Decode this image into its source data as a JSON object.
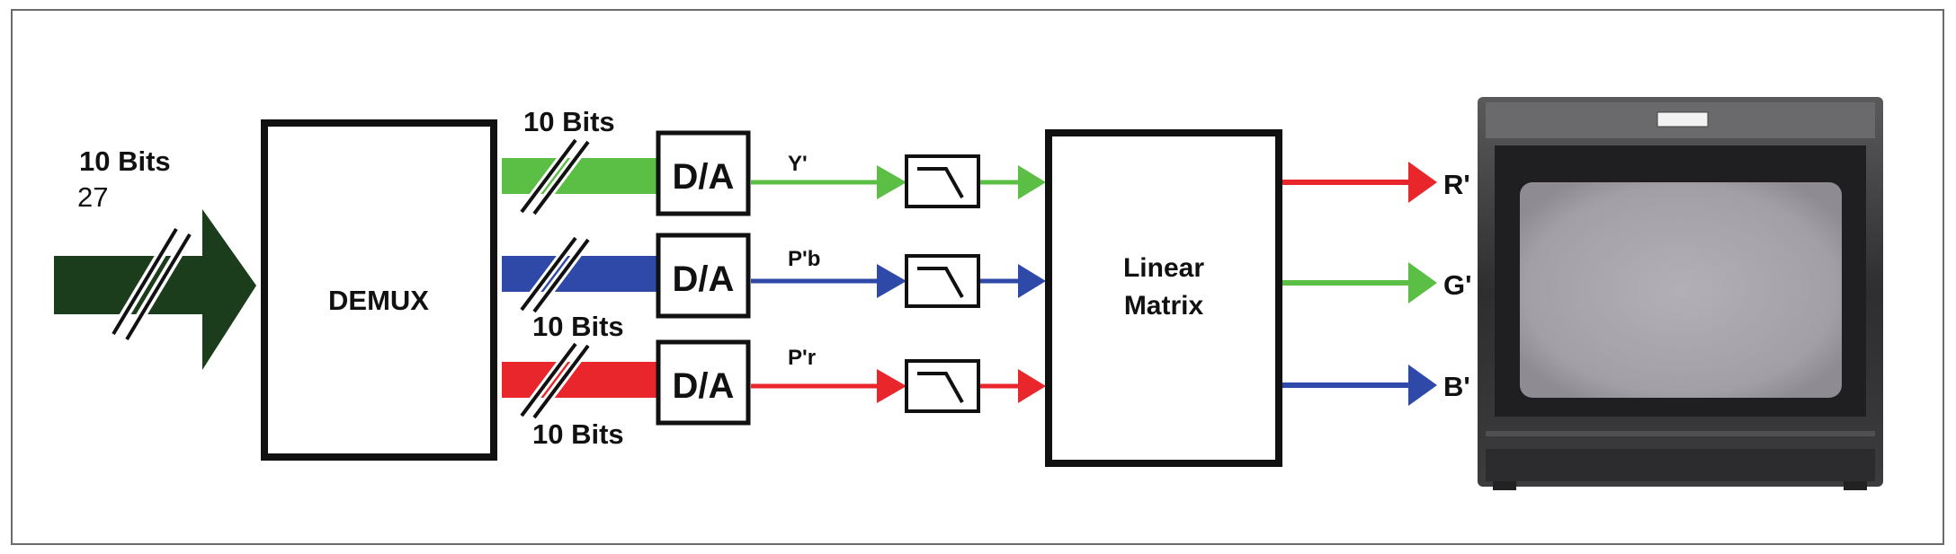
{
  "input": {
    "bits_label": "10 Bits",
    "rate_label": "27"
  },
  "demux": {
    "label": "DEMUX"
  },
  "channels": [
    {
      "id": "y",
      "bits_label": "10 Bits",
      "converter_label": "D/A",
      "signal_label": "Y'",
      "color": "#5cbf45"
    },
    {
      "id": "pb",
      "bits_label": "10 Bits",
      "converter_label": "D/A",
      "signal_label": "P'b",
      "color": "#2f49a8"
    },
    {
      "id": "pr",
      "bits_label": "10 Bits",
      "converter_label": "D/A",
      "signal_label": "P'r",
      "color": "#e8262b"
    }
  ],
  "matrix": {
    "line1": "Linear",
    "line2": "Matrix"
  },
  "outputs": [
    {
      "id": "r",
      "label": "R'",
      "color": "#e8262b"
    },
    {
      "id": "g",
      "label": "G'",
      "color": "#5cbf45"
    },
    {
      "id": "b",
      "label": "B'",
      "color": "#2f49a8"
    }
  ],
  "colors": {
    "input_arrow": "#1b3d1c",
    "frame": "#6b6b6b",
    "monitor_body": "#3a3a3c",
    "monitor_screen": "#a9a7ad"
  }
}
